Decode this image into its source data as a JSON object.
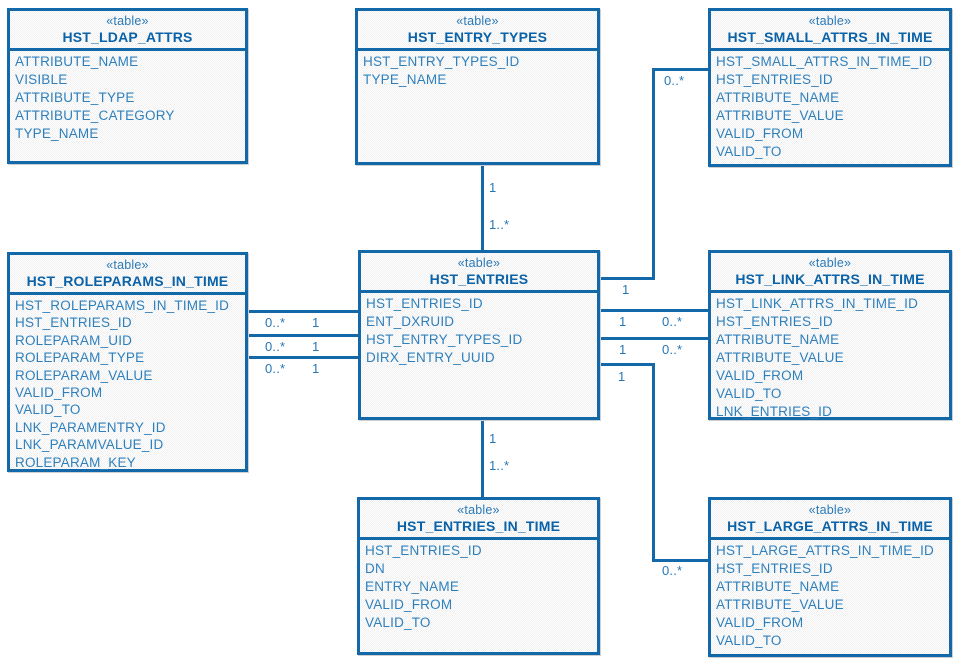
{
  "diagram": {
    "type": "uml-table-er-diagram",
    "accent_color": "#1268a9",
    "header_text_color": "#0a62a8",
    "attr_text_color": "#2e80bd",
    "stereotype": "«table»"
  },
  "tables": {
    "ldap": {
      "stereotype": "«table»",
      "name": "HST_LDAP_ATTRS",
      "columns": [
        "ATTRIBUTE_NAME",
        "VISIBLE",
        "ATTRIBUTE_TYPE",
        "ATTRIBUTE_CATEGORY",
        "TYPE_NAME"
      ]
    },
    "entry_types": {
      "stereotype": "«table»",
      "name": "HST_ENTRY_TYPES",
      "columns": [
        "HST_ENTRY_TYPES_ID",
        "TYPE_NAME"
      ]
    },
    "small": {
      "stereotype": "«table»",
      "name": "HST_SMALL_ATTRS_IN_TIME",
      "columns": [
        "HST_SMALL_ATTRS_IN_TIME_ID",
        "HST_ENTRIES_ID",
        "ATTRIBUTE_NAME",
        "ATTRIBUTE_VALUE",
        "VALID_FROM",
        "VALID_TO"
      ]
    },
    "roleparams": {
      "stereotype": "«table»",
      "name": "HST_ROLEPARAMS_IN_TIME",
      "columns": [
        "HST_ROLEPARAMS_IN_TIME_ID",
        "HST_ENTRIES_ID",
        "ROLEPARAM_UID",
        "ROLEPARAM_TYPE",
        "ROLEPARAM_VALUE",
        "VALID_FROM",
        "VALID_TO",
        "LNK_PARAMENTRY_ID",
        "LNK_PARAMVALUE_ID",
        "ROLEPARAM_KEY"
      ]
    },
    "entries": {
      "stereotype": "«table»",
      "name": "HST_ENTRIES",
      "columns": [
        "HST_ENTRIES_ID",
        "ENT_DXRUID",
        "HST_ENTRY_TYPES_ID",
        "DIRX_ENTRY_UUID"
      ]
    },
    "link": {
      "stereotype": "«table»",
      "name": "HST_LINK_ATTRS_IN_TIME",
      "columns": [
        "HST_LINK_ATTRS_IN_TIME_ID",
        "HST_ENTRIES_ID",
        "ATTRIBUTE_NAME",
        "ATTRIBUTE_VALUE",
        "VALID_FROM",
        "VALID_TO",
        "LNK_ENTRIES_ID"
      ]
    },
    "entries_in_time": {
      "stereotype": "«table»",
      "name": "HST_ENTRIES_IN_TIME",
      "columns": [
        "HST_ENTRIES_ID",
        "DN",
        "ENTRY_NAME",
        "VALID_FROM",
        "VALID_TO"
      ]
    },
    "large": {
      "stereotype": "«table»",
      "name": "HST_LARGE_ATTRS_IN_TIME",
      "columns": [
        "HST_LARGE_ATTRS_IN_TIME_ID",
        "HST_ENTRIES_ID",
        "ATTRIBUTE_NAME",
        "ATTRIBUTE_VALUE",
        "VALID_FROM",
        "VALID_TO"
      ]
    }
  },
  "relationships": [
    {
      "from": "HST_ENTRY_TYPES",
      "to": "HST_ENTRIES",
      "from_multiplicity": "1",
      "to_multiplicity": "1..*"
    },
    {
      "from": "HST_ENTRIES",
      "to": "HST_ENTRIES_IN_TIME",
      "from_multiplicity": "1",
      "to_multiplicity": "1..*"
    },
    {
      "from": "HST_ROLEPARAMS_IN_TIME",
      "to": "HST_ENTRIES",
      "from_multiplicity": "0..*",
      "to_multiplicity": "1"
    },
    {
      "from": "HST_ROLEPARAMS_IN_TIME",
      "to": "HST_ENTRIES",
      "from_multiplicity": "0..*",
      "to_multiplicity": "1"
    },
    {
      "from": "HST_ROLEPARAMS_IN_TIME",
      "to": "HST_ENTRIES",
      "from_multiplicity": "0..*",
      "to_multiplicity": "1"
    },
    {
      "from": "HST_ENTRIES",
      "to": "HST_LINK_ATTRS_IN_TIME",
      "from_multiplicity": "1",
      "to_multiplicity": "0..*"
    },
    {
      "from": "HST_ENTRIES",
      "to": "HST_LINK_ATTRS_IN_TIME",
      "from_multiplicity": "1",
      "to_multiplicity": "0..*"
    },
    {
      "from": "HST_ENTRIES",
      "to": "HST_SMALL_ATTRS_IN_TIME",
      "from_multiplicity": "1",
      "to_multiplicity": "0..*"
    },
    {
      "from": "HST_ENTRIES",
      "to": "HST_LARGE_ATTRS_IN_TIME",
      "from_multiplicity": "1",
      "to_multiplicity": "0..*"
    }
  ]
}
